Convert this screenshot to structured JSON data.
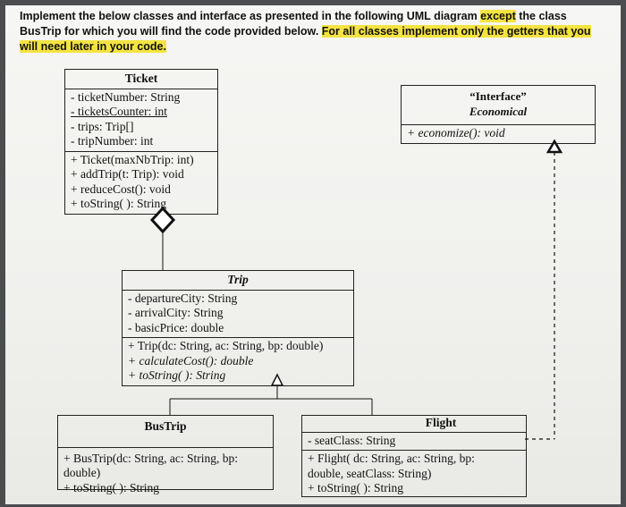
{
  "instructions": {
    "p1": "Implement the below classes and interface as presented in the following UML diagram ",
    "p2": "except",
    "p3": " the class ",
    "p4": "BusTrip",
    "p5": " for which you will find the code provided below. ",
    "p6": "For all classes implement only the getters that you will need later in your code."
  },
  "ticket": {
    "name": "Ticket",
    "attributes": [
      "- ticketNumber: String",
      "- ticketsCounter: int",
      "- trips: Trip[]",
      "- tripNumber: int"
    ],
    "methods": [
      "+ Ticket(maxNbTrip: int)",
      "+ addTrip(t: Trip): void",
      "+ reduceCost(): void",
      "+ toString( ): String"
    ]
  },
  "interface": {
    "stereotype": "“Interface”",
    "name": "Economical",
    "methods": [
      "+ economize(): void"
    ]
  },
  "trip": {
    "name": "Trip",
    "attributes": [
      "- departureCity: String",
      "- arrivalCity: String",
      "- basicPrice: double"
    ],
    "methods": [
      "+ Trip(dc: String, ac: String, bp: double)",
      "+ calculateCost(): double",
      "+ toString( ): String"
    ]
  },
  "bustrip": {
    "name": "BusTrip",
    "methods": [
      "+ BusTrip(dc: String, ac: String, bp:",
      "double)",
      "+ toString( ): String"
    ]
  },
  "flight": {
    "name": "Flight",
    "attributes": [
      "- seatClass: String"
    ],
    "methods": [
      "+ Flight( dc: String, ac: String, bp:",
      "double, seatClass: String)",
      "+ toString( ): String"
    ]
  }
}
